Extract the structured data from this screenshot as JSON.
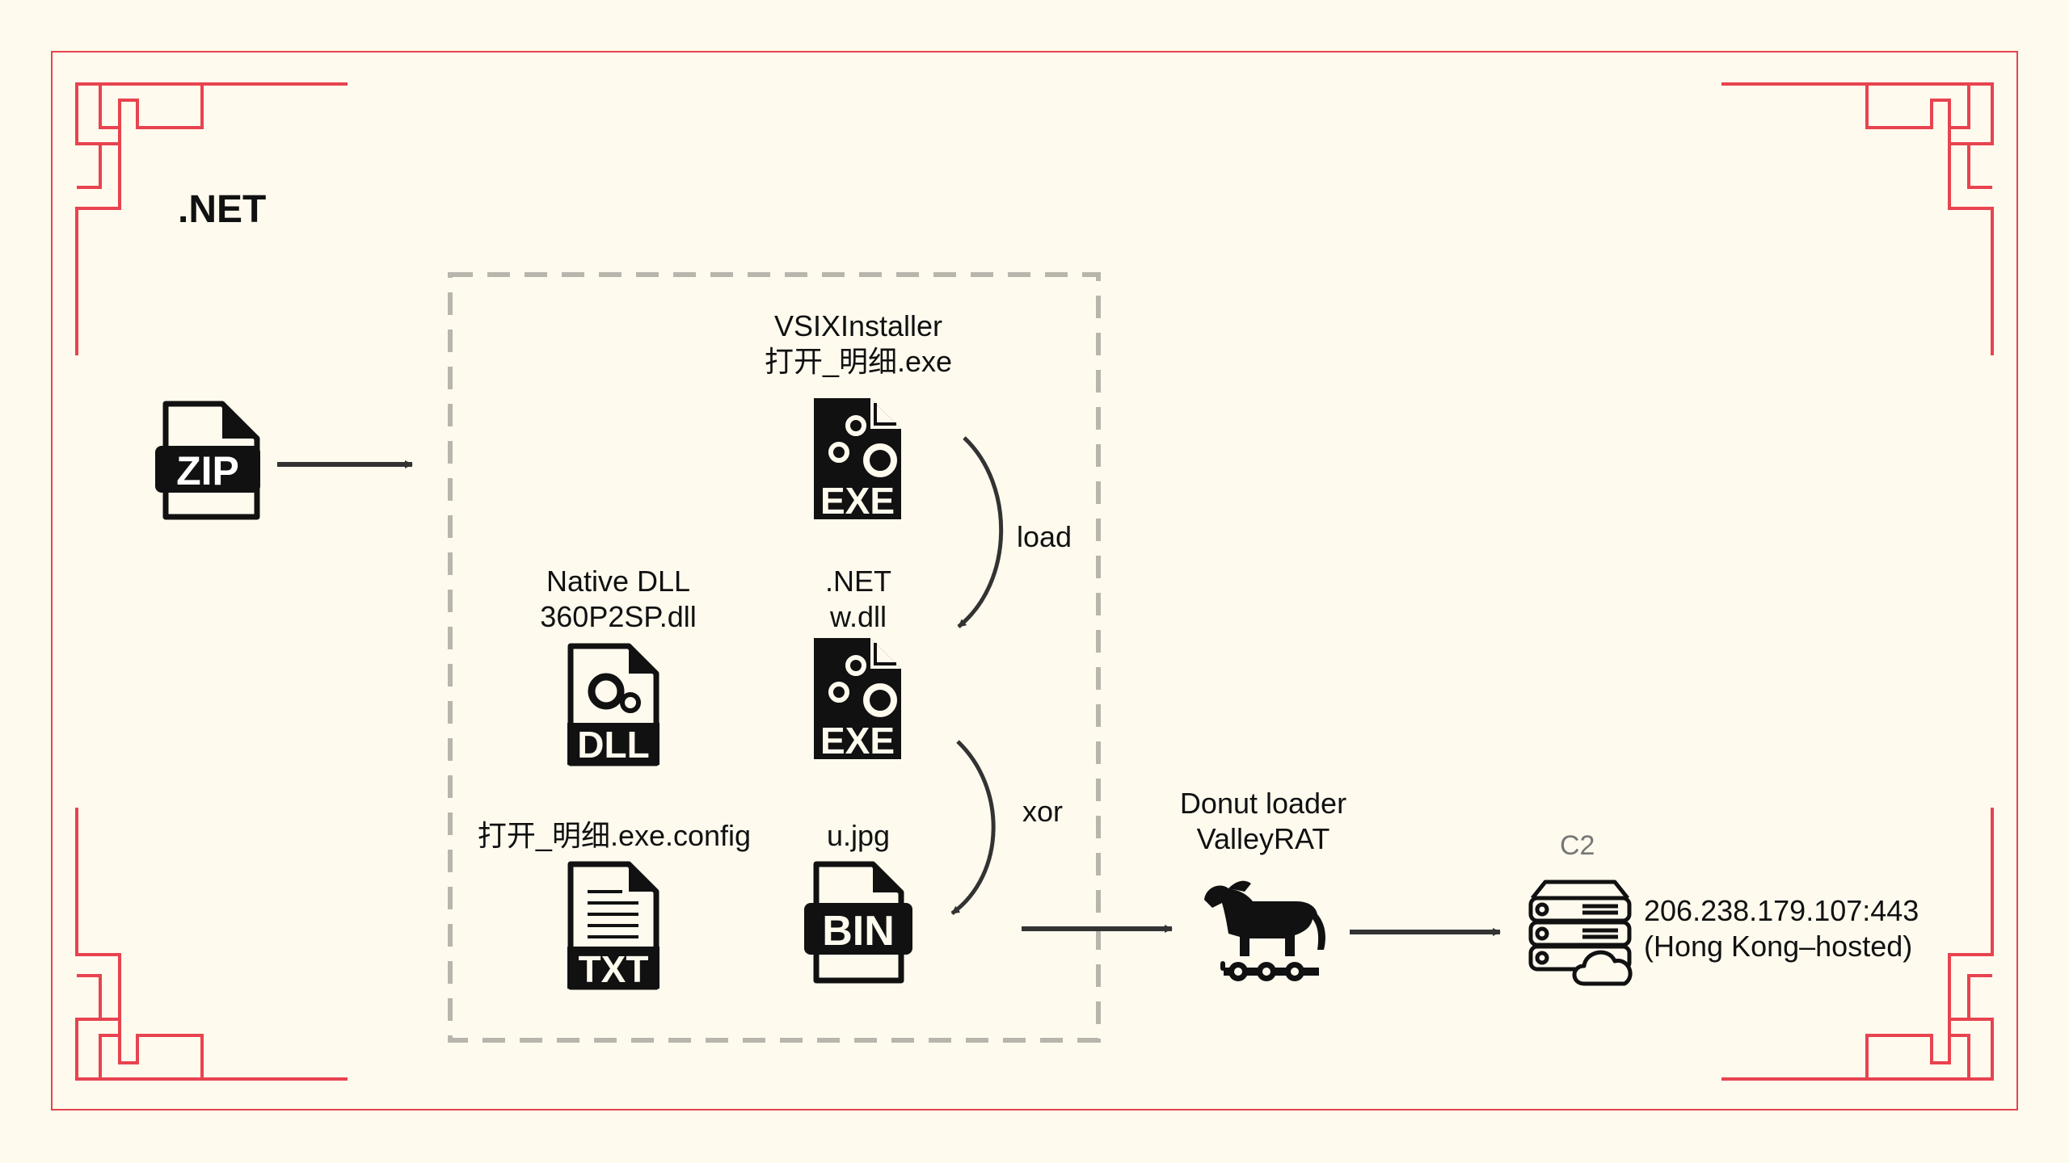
{
  "title": ".NET",
  "nodes": {
    "vsix": {
      "line1": "VSIXInstaller",
      "line2": "打开_明细.exe",
      "icon": "exe-file-icon",
      "badge": "EXE"
    },
    "native_dll": {
      "line1": "Native DLL",
      "line2": "360P2SP.dll",
      "icon": "dll-file-icon",
      "badge": "DLL"
    },
    "wdll": {
      "line1": ".NET",
      "line2": "w.dll",
      "icon": "exe-file-icon",
      "badge": "EXE"
    },
    "config": {
      "line1": "打开_明细.exe.config",
      "icon": "txt-file-icon",
      "badge": "TXT"
    },
    "ujpg": {
      "line1": "u.jpg",
      "icon": "bin-file-icon",
      "badge": "BIN"
    },
    "zip": {
      "icon": "zip-file-icon",
      "badge": "ZIP"
    },
    "donut": {
      "line1": "Donut loader",
      "line2": "ValleyRAT",
      "icon": "trojan-horse-icon"
    },
    "c2": {
      "tag": "C2",
      "line1": "206.238.179.107:443",
      "line2": "(Hong Kong–hosted)",
      "icon": "cloud-server-icon"
    }
  },
  "edges": {
    "load": "load",
    "xor": "xor"
  },
  "colors": {
    "background": "#fefaee",
    "frame": "#e8434f",
    "dashed_box": "#b8b5ac",
    "arrow": "#333333",
    "icon": "#111111"
  }
}
